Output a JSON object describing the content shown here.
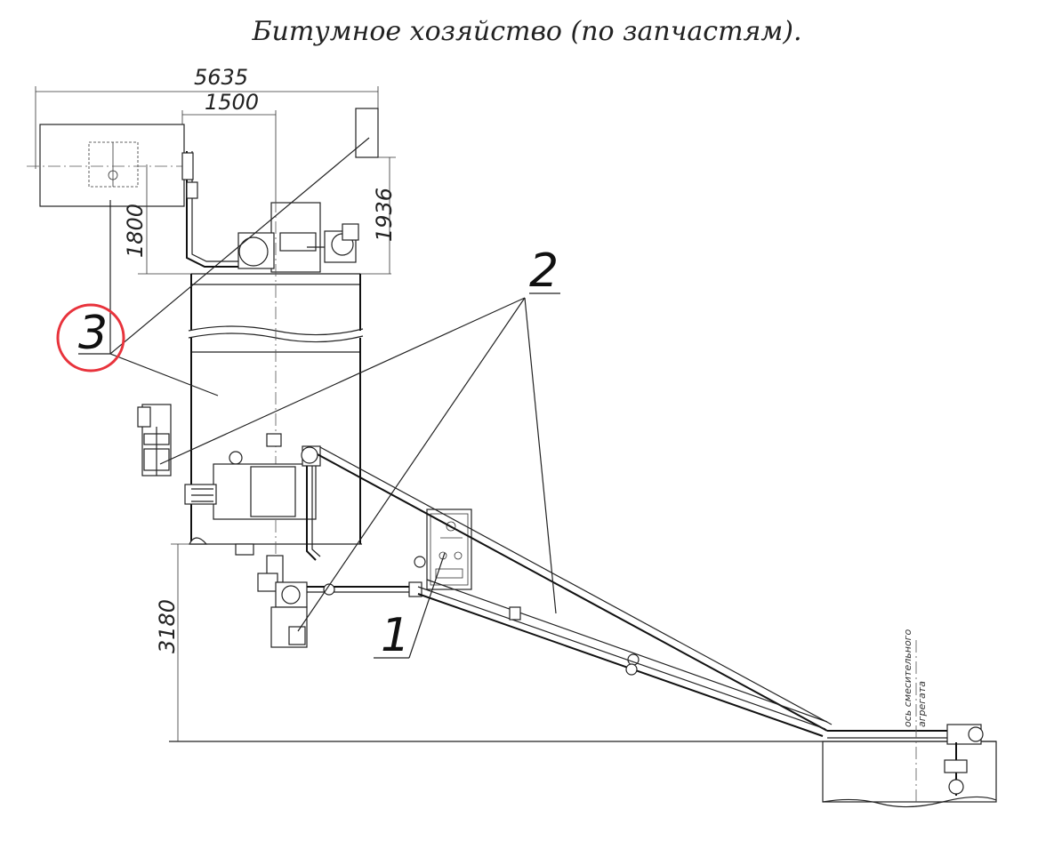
{
  "title": "Битумное хозяйство (по запчастям).",
  "dimensions": {
    "overall_width": "5635",
    "tank_width": "1500",
    "top_height": "1800",
    "pump_height": "1936",
    "base_height": "3180"
  },
  "callouts": {
    "item1": "1",
    "item2": "2",
    "item3": "3"
  },
  "note_line1": "ось смесительного",
  "note_line2": "агрегата",
  "colors": {
    "highlight": "#e8333c",
    "line": "#222222"
  }
}
